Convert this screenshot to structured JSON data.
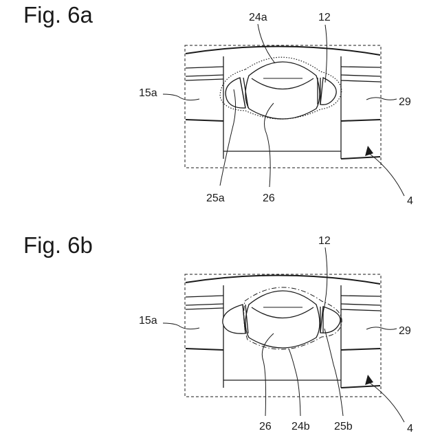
{
  "figures": [
    {
      "title": "Fig. 6a",
      "labels": {
        "upper_a": "24a",
        "upper_b": "12",
        "left": "15a",
        "right": "29",
        "bottom_a": "25a",
        "bottom_b": "26",
        "corner": "4"
      }
    },
    {
      "title": "Fig. 6b",
      "labels": {
        "upper_b": "12",
        "left": "15a",
        "right": "29",
        "bottom_a": "26",
        "bottom_b": "24b",
        "bottom_c": "25b",
        "corner": "4"
      }
    }
  ]
}
